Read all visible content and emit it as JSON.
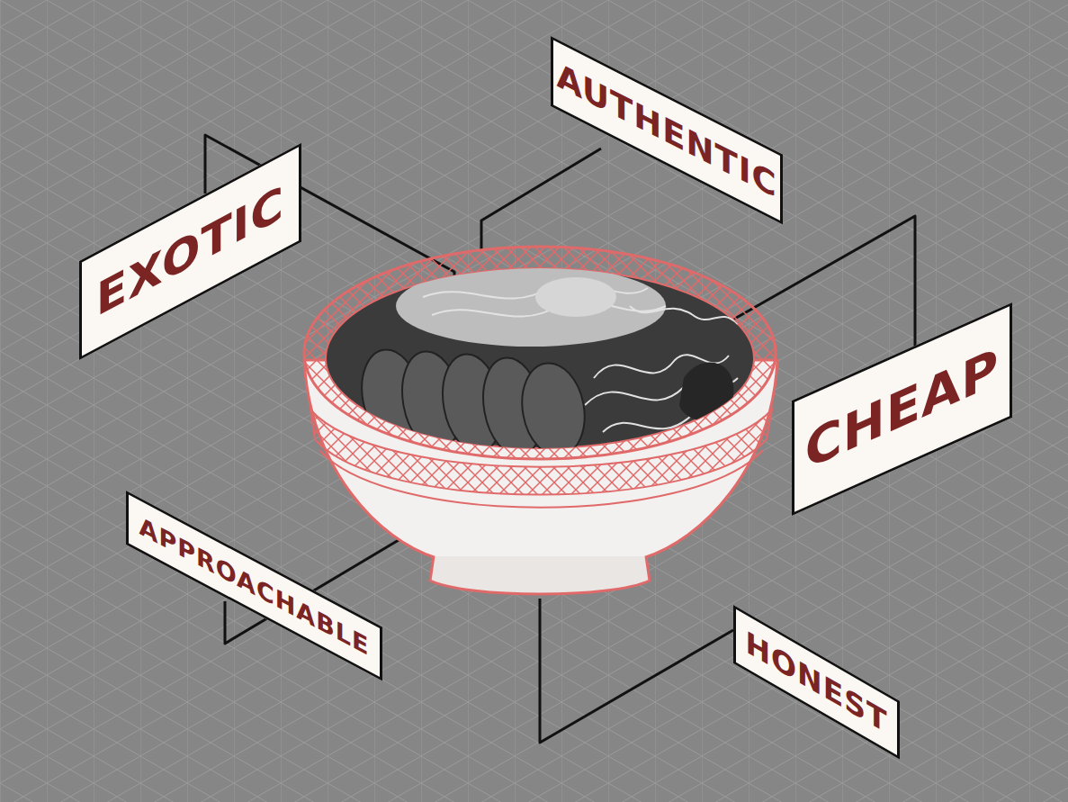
{
  "diagram": {
    "nodes": [
      {
        "text": [
          "AUTHENTIC"
        ]
      },
      {
        "text": [
          "EXOTIC"
        ]
      },
      {
        "text": [
          "CHEAP"
        ]
      },
      {
        "text": [
          "APPROACHABLE"
        ]
      },
      {
        "text": [
          "HONEST"
        ]
      }
    ]
  }
}
